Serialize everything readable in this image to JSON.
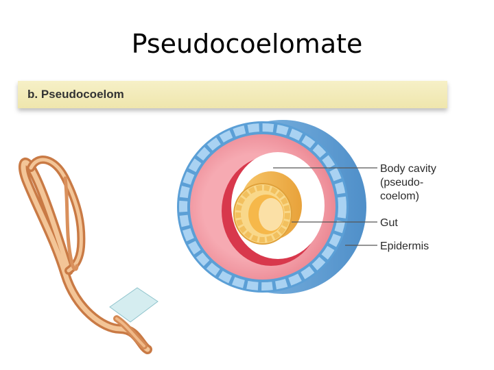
{
  "slide": {
    "title": "Pseudocoelomate"
  },
  "banner": {
    "label": "b. Pseudocoelom"
  },
  "labels": {
    "body_cavity_line1": "Body cavity",
    "body_cavity_line2": "(pseudo-",
    "body_cavity_line3": "coelom)",
    "gut": "Gut",
    "epidermis": "Epidermis"
  },
  "colors": {
    "epidermis": "#5b9fd6",
    "mesoderm": "#f29aa3",
    "cavity": "#ffffff",
    "gut": "#f2b94a",
    "worm": "#e8a977",
    "banner": "#f3ebb9"
  }
}
